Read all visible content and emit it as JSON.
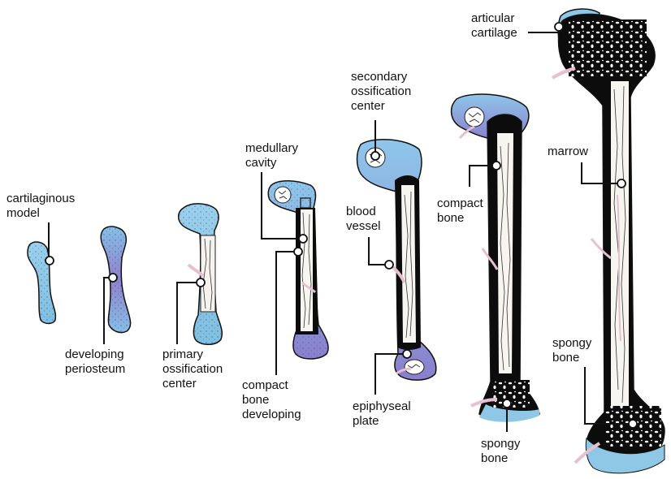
{
  "labels": {
    "cartilaginous_model": "cartilaginous\nmodel",
    "developing_periosteum": "developing\nperiosteum",
    "primary_ossification_center": "primary\nossification\ncenter",
    "medullary_cavity": "medullary\ncavity",
    "compact_bone_developing": "compact\nbone\ndeveloping",
    "secondary_ossification_center": "secondary\nossification\ncenter",
    "blood_vessel": "blood\nvessel",
    "epiphyseal_plate": "epiphyseal\nplate",
    "compact_bone": "compact\nbone",
    "spongy_bone_lower": "spongy\nbone",
    "articular_cartilage": "articular\ncartilage",
    "marrow": "marrow",
    "spongy_bone_right": "spongy\nbone"
  },
  "colors": {
    "cartilage_blue": "#8fc8e6",
    "cartilage_purple": "#8c86d0",
    "bone_black": "#0c0c0c",
    "marrow_white": "#f7f5f0",
    "vessel_pink": "#e6bfd0",
    "outline": "#111111"
  }
}
